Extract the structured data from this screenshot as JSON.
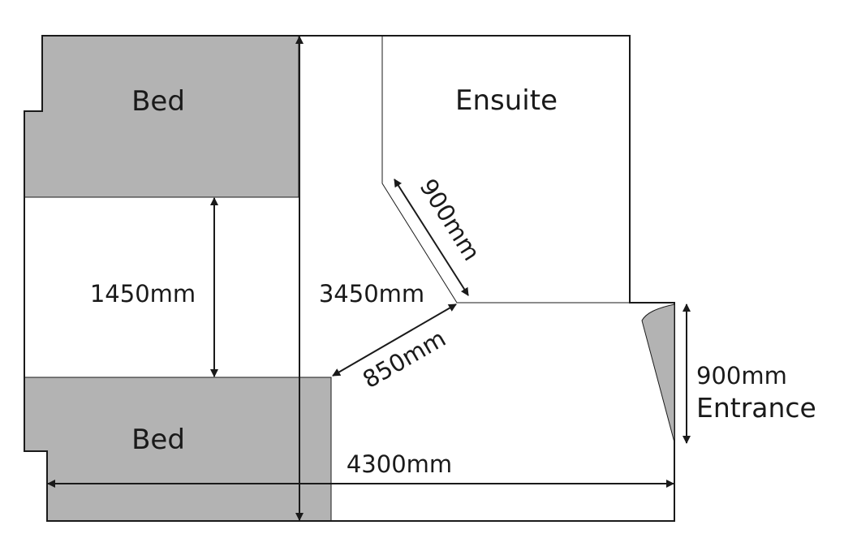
{
  "rooms": {
    "bed_top": "Bed",
    "bed_bottom": "Bed",
    "ensuite": "Ensuite"
  },
  "dimensions": {
    "bed_gap": "1450mm",
    "room_depth": "3450mm",
    "ensuite_diagonal": "900mm",
    "angled_wall": "850mm",
    "room_width": "4300mm",
    "entrance_width": "900mm",
    "entrance_label": "Entrance"
  },
  "colors": {
    "bed_fill": "#b3b3b3",
    "wall_stroke": "#1a1a1a",
    "background": "#ffffff"
  }
}
